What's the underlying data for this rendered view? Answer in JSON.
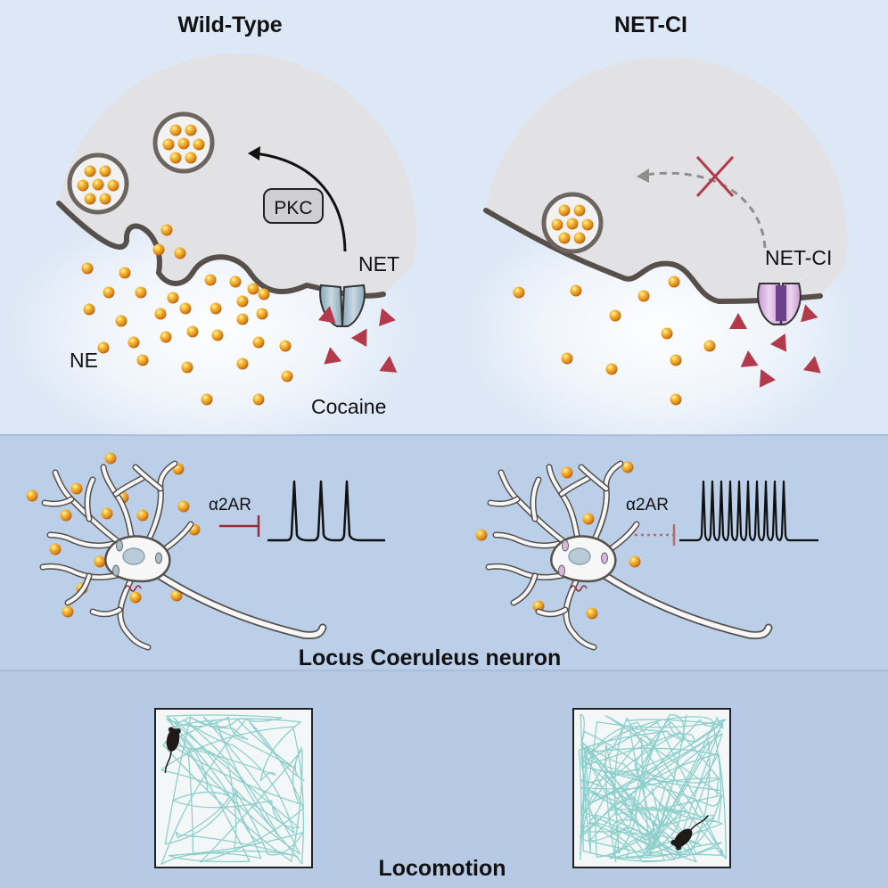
{
  "panels": {
    "wild_type": {
      "title": "Wild-Type",
      "kinase_label": "PKC",
      "transporter_label": "NET",
      "neurotransmitter_label": "NE",
      "drug_label": "Cocaine",
      "receptor_label": "α2AR"
    },
    "mutant": {
      "title": "NET-CI",
      "transporter_label": "NET-CI",
      "receptor_label": "α2AR"
    }
  },
  "sections": {
    "neuron_title": "Locus Coeruleus neuron",
    "behavior_title": "Locomotion"
  },
  "colors": {
    "top_background": "#dde8f6",
    "middle_background": "#bcd0ea",
    "bottom_background": "#b6cae6",
    "cell_fill": "#e2e2e4",
    "membrane": "#57504a",
    "norepinephrine": "#e8a020",
    "cocaine": "#b23a4a",
    "net_wild_type": "#a9c0cc",
    "net_mutant": "#d8b4de",
    "inhibition_line": "#9a2c3a",
    "mouse_track": "#8ecfcc"
  },
  "icons": {
    "blocked_pathway": "x-mark-icon",
    "mouse": "mouse-icon",
    "vesicle": "vesicle-icon",
    "spike_train": "action-potential-trace"
  }
}
